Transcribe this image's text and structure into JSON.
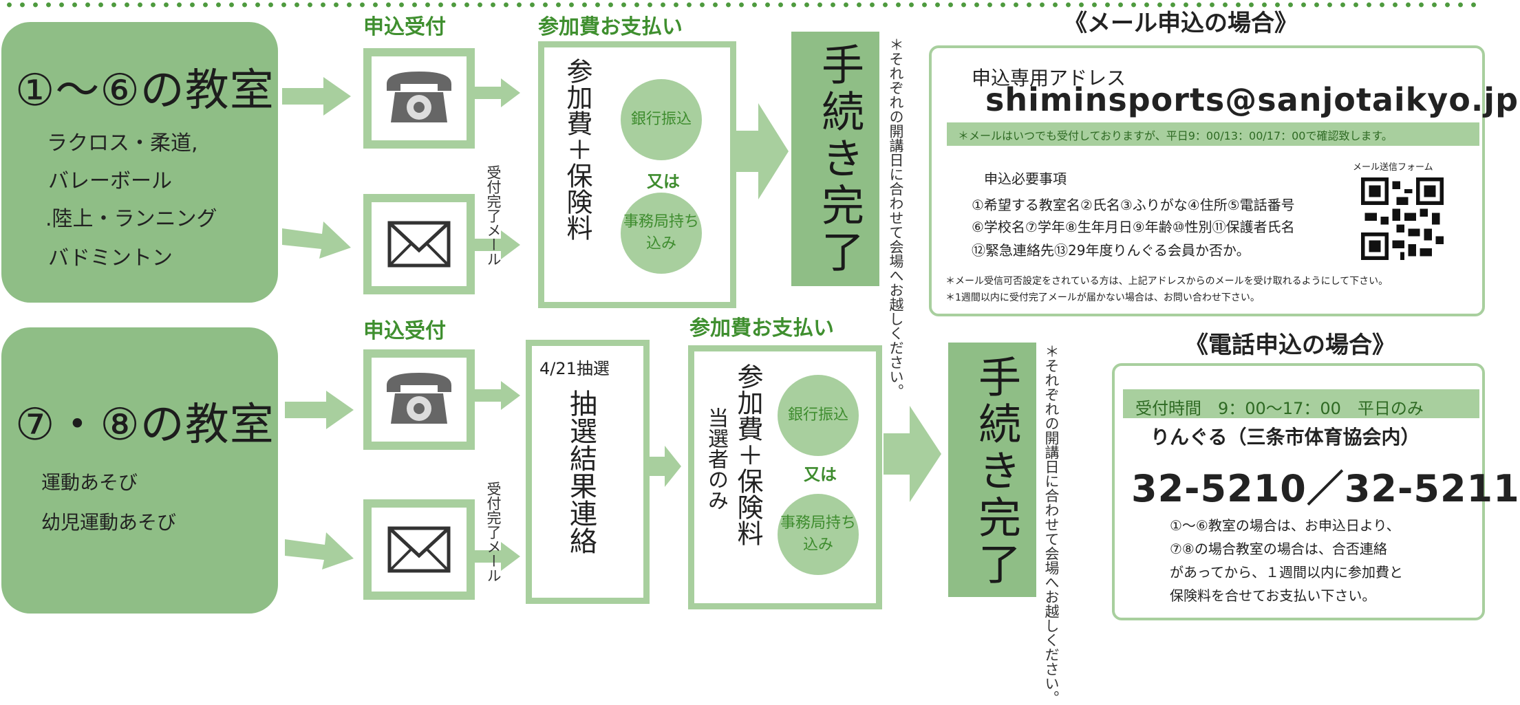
{
  "row1": {
    "title": "①～⑥の教室",
    "items": [
      "ラクロス・柔道,",
      "バレーボール",
      ".陸上・ランニング",
      "バドミントン"
    ],
    "stage_apply": "申込受付",
    "stage_pay": "参加費お支払い",
    "receipt_mail": "受付完了メール",
    "fee": "参加費＋保険料",
    "circle_bank": "銀行振込",
    "or": "又は",
    "circle_office": "事務局持ち込み",
    "done": "手続き完了",
    "note": "＊それぞれの開講日に合わせて会場へお越しください。"
  },
  "row2": {
    "title": "⑦・⑧の教室",
    "items": [
      "運動あそび",
      "幼児運動あそび"
    ],
    "stage_apply": "申込受付",
    "stage_pay": "参加費お支払い",
    "receipt_mail": "受付完了メール",
    "lottery_date": "4/21抽選",
    "lottery_result": "抽選結果連絡",
    "fee": "参加費＋保険料",
    "winners_only": "当選者のみ",
    "circle_bank": "銀行振込",
    "or": "又は",
    "circle_office": "事務局持ち込み",
    "done": "手続き完了",
    "note": "＊それぞれの開講日に合わせて会場へお越しください。"
  },
  "mail": {
    "section_title": "《メール申込の場合》",
    "address_label": "申込専用アドレス",
    "address": "shiminsports@sanjotaikyo.jp",
    "band_text": "＊メールはいつでも受付しておりますが、平日9：00/13：00/17：00で確認致します。",
    "required_label": "申込必要事項",
    "required_lines": [
      "①希望する教室名②氏名③ふりがな④住所⑤電話番号",
      "⑥学校名⑦学年⑧生年月日⑨年齢⑩性別⑪保護者氏名",
      "⑫緊急連絡先⑬29年度りんぐる会員か否か。"
    ],
    "qr_label": "メール送信フォーム",
    "footnotes": [
      "＊メール受信可否設定をされている方は、上記アドレスからのメールを受け取れるようにして下さい。",
      "＊1週間以内に受付完了メールが届かない場合は、お問い合わせ下さい。"
    ]
  },
  "phone": {
    "section_title": "《電話申込の場合》",
    "hours": "受付時間　9：00～17：00　平日のみ",
    "org": "りんぐる（三条市体育協会内）",
    "number": "32-5210／32-5211",
    "notes": [
      "①～⑥教室の場合は、お申込日より、",
      "⑦⑧の場合教室の場合は、合否連絡",
      "があってから、１週間以内に参加費と",
      "保険料を合せてお支払い下さい。"
    ]
  },
  "colors": {
    "accent": "#8fbe86",
    "accent_light": "#a8cf9e",
    "accent_text": "#3f8f2f"
  }
}
